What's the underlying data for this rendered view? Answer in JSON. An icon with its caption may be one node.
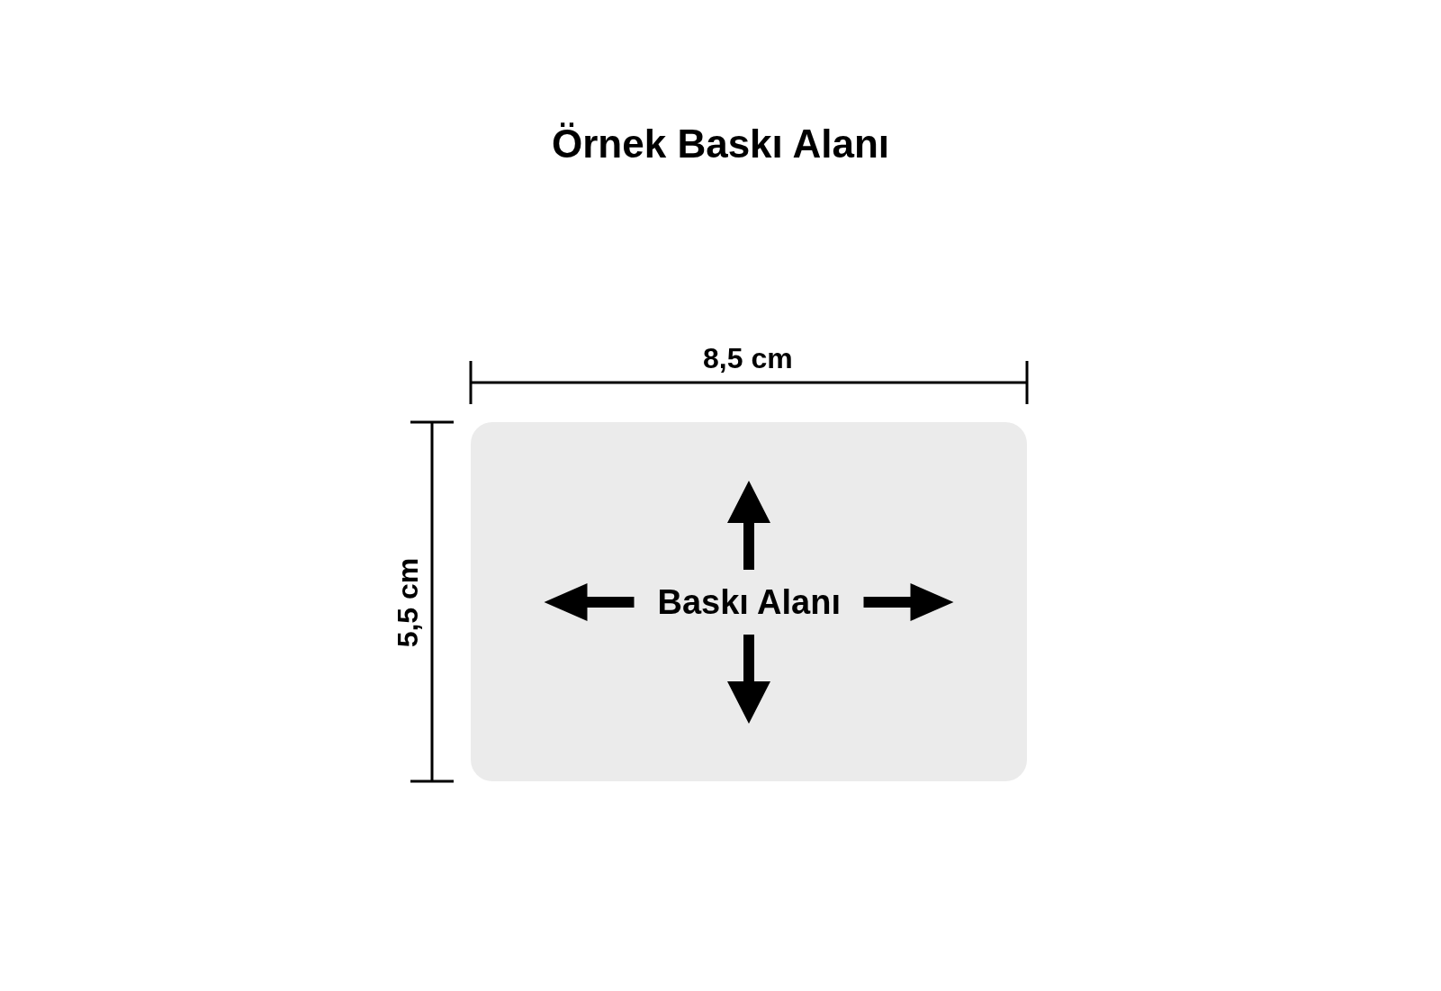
{
  "diagram": {
    "title": "Örnek Baskı Alanı",
    "nodes": [
      {
        "text": [
          "Baskı Alanı"
        ]
      }
    ],
    "labels": [
      "8,5 cm",
      "5,5 cm"
    ]
  }
}
